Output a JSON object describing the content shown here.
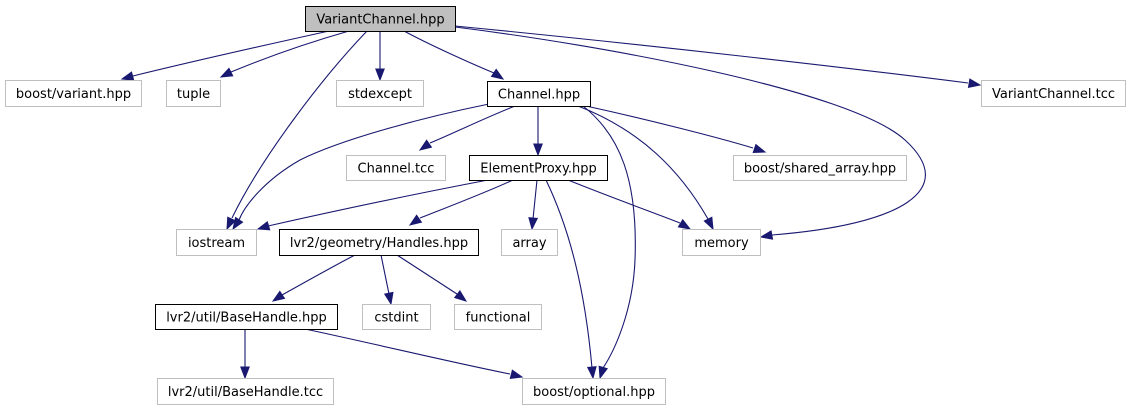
{
  "title": "VariantChannel.hpp include dependency graph",
  "colors": {
    "edge": "#191970",
    "root_fill": "#bfbfbf",
    "root_border": "#000000",
    "documented_border": "#000000",
    "external_border": "#bfbfbf",
    "node_fill": "#ffffff"
  },
  "nodes": [
    {
      "id": "variantchannel_hpp",
      "label": "VariantChannel.hpp",
      "kind": "root"
    },
    {
      "id": "boost_variant",
      "label": "boost/variant.hpp",
      "kind": "external"
    },
    {
      "id": "tuple",
      "label": "tuple",
      "kind": "external"
    },
    {
      "id": "stdexcept",
      "label": "stdexcept",
      "kind": "external"
    },
    {
      "id": "channel_hpp",
      "label": "Channel.hpp",
      "kind": "documented"
    },
    {
      "id": "variantchannel_tcc",
      "label": "VariantChannel.tcc",
      "kind": "external"
    },
    {
      "id": "channel_tcc",
      "label": "Channel.tcc",
      "kind": "external"
    },
    {
      "id": "elementproxy_hpp",
      "label": "ElementProxy.hpp",
      "kind": "documented"
    },
    {
      "id": "boost_shared_array",
      "label": "boost/shared_array.hpp",
      "kind": "external"
    },
    {
      "id": "iostream",
      "label": "iostream",
      "kind": "external"
    },
    {
      "id": "handles_hpp",
      "label": "lvr2/geometry/Handles.hpp",
      "kind": "documented"
    },
    {
      "id": "array",
      "label": "array",
      "kind": "external"
    },
    {
      "id": "memory",
      "label": "memory",
      "kind": "external"
    },
    {
      "id": "basehandle_hpp",
      "label": "lvr2/util/BaseHandle.hpp",
      "kind": "documented"
    },
    {
      "id": "cstdint",
      "label": "cstdint",
      "kind": "external"
    },
    {
      "id": "functional",
      "label": "functional",
      "kind": "external"
    },
    {
      "id": "basehandle_tcc",
      "label": "lvr2/util/BaseHandle.tcc",
      "kind": "external"
    },
    {
      "id": "boost_optional",
      "label": "boost/optional.hpp",
      "kind": "external"
    }
  ],
  "edges": [
    {
      "from": "variantchannel_hpp",
      "to": "boost_variant"
    },
    {
      "from": "variantchannel_hpp",
      "to": "tuple"
    },
    {
      "from": "variantchannel_hpp",
      "to": "iostream"
    },
    {
      "from": "variantchannel_hpp",
      "to": "stdexcept"
    },
    {
      "from": "variantchannel_hpp",
      "to": "channel_hpp"
    },
    {
      "from": "variantchannel_hpp",
      "to": "memory"
    },
    {
      "from": "variantchannel_hpp",
      "to": "variantchannel_tcc"
    },
    {
      "from": "channel_hpp",
      "to": "iostream"
    },
    {
      "from": "channel_hpp",
      "to": "channel_tcc"
    },
    {
      "from": "channel_hpp",
      "to": "elementproxy_hpp"
    },
    {
      "from": "channel_hpp",
      "to": "boost_optional"
    },
    {
      "from": "channel_hpp",
      "to": "memory"
    },
    {
      "from": "channel_hpp",
      "to": "boost_shared_array"
    },
    {
      "from": "elementproxy_hpp",
      "to": "iostream"
    },
    {
      "from": "elementproxy_hpp",
      "to": "handles_hpp"
    },
    {
      "from": "elementproxy_hpp",
      "to": "array"
    },
    {
      "from": "elementproxy_hpp",
      "to": "boost_optional"
    },
    {
      "from": "elementproxy_hpp",
      "to": "memory"
    },
    {
      "from": "handles_hpp",
      "to": "basehandle_hpp"
    },
    {
      "from": "handles_hpp",
      "to": "cstdint"
    },
    {
      "from": "handles_hpp",
      "to": "functional"
    },
    {
      "from": "basehandle_hpp",
      "to": "basehandle_tcc"
    },
    {
      "from": "basehandle_hpp",
      "to": "boost_optional"
    }
  ]
}
